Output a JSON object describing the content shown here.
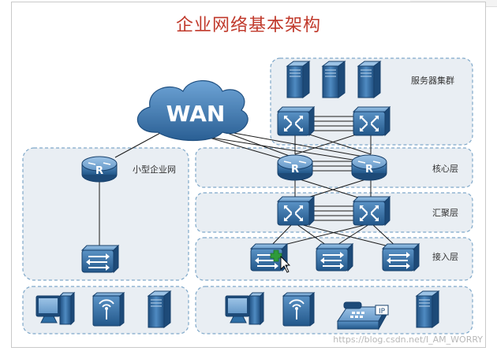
{
  "title": "企业网络基本架构",
  "wan_label": "WAN",
  "router_letter": "R",
  "phone_badge": "IP",
  "labels": {
    "server_cluster": "服务器集群",
    "small_enterprise": "小型企业网",
    "core_layer": "核心层",
    "aggregation_layer": "汇聚层",
    "access_layer": "接入层"
  },
  "watermark": "https://blog.csdn.net/I_AM_WORRY",
  "colors": {
    "title": "#c0392b",
    "device_blue": "#2f6ea5",
    "panel": "#e9eef3",
    "zone_border": "#7fa8c9",
    "cloud": "#3f7ab3"
  }
}
